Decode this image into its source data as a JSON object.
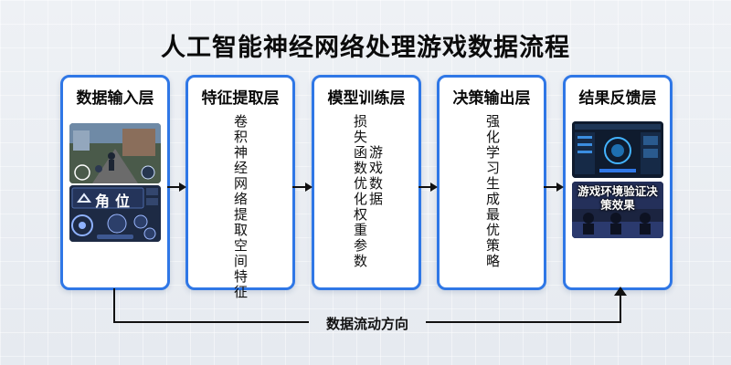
{
  "title": "人工智能神经网络处理游戏数据流程",
  "stages": [
    {
      "label": "数据输入层",
      "ui_text": "角位"
    },
    {
      "label": "特征提取层",
      "description": "卷积神经网络提取空间特征"
    },
    {
      "label": "模型训练层",
      "col1": "损失函数优化权重参数",
      "col2": "游戏数据"
    },
    {
      "label": "决策输出层",
      "description": "强化学习生成最优策略"
    },
    {
      "label": "结果反馈层",
      "caption": "游戏环境验证决策效果"
    }
  ],
  "flow_label": "数据流动方向",
  "colors": {
    "accent": "#2f77e6",
    "text": "#111111"
  }
}
